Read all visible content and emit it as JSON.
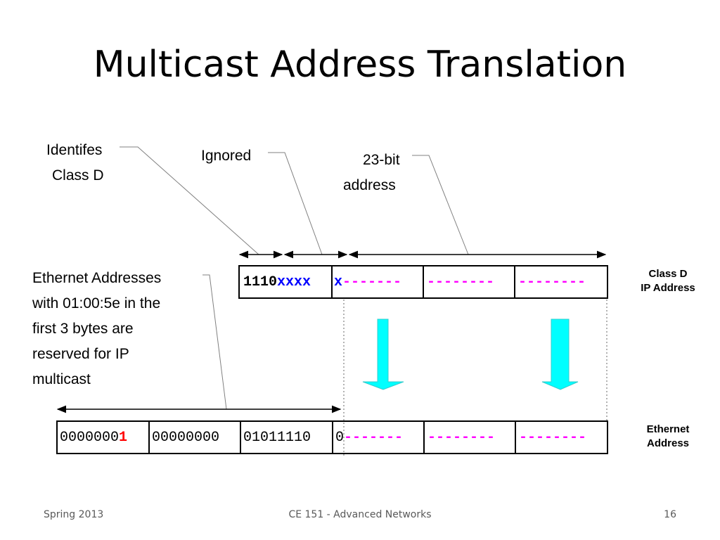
{
  "slide": {
    "title": "Multicast Address Translation"
  },
  "callouts": {
    "identifies_line1": "Identifes",
    "identifies_line2": "Class D",
    "ignored": "Ignored",
    "bit23_line1": "23-bit",
    "bit23_line2": "address",
    "ethernet_note": [
      "Ethernet Addresses",
      "with 01:00:5e in the",
      "first 3 bytes are",
      "reserved for IP",
      "multicast"
    ]
  },
  "ip_address": {
    "label_line1": "Class D",
    "label_line2": "IP Address",
    "prefix": "1110",
    "ignored_bits": "xxxx",
    "ignored_bit": "x",
    "first_rest": "-------",
    "byte3": "--------",
    "byte4": "--------"
  },
  "ethernet_address": {
    "label_line1": "Ethernet",
    "label_line2": "Address",
    "byte1_prefix": "0000000",
    "byte1_last": "1",
    "byte2": "00000000",
    "byte3": "01011110",
    "bit": "0",
    "byte4_rest": "-------",
    "byte5": "--------",
    "byte6": "--------"
  },
  "colors": {
    "blue_bits": "#0000ff",
    "dash_bits": "#ff00ff",
    "multicast_bit": "#ff0000",
    "arrow_fill": "#00ffff"
  },
  "footer": {
    "left": "Spring 2013",
    "center": "CE 151 - Advanced Networks",
    "page": "16"
  }
}
